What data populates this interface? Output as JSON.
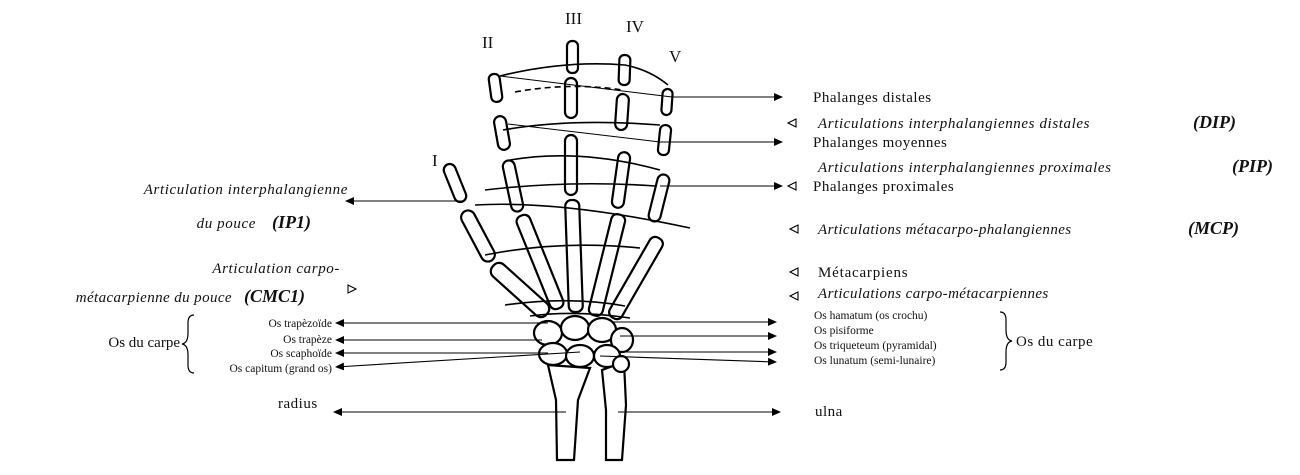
{
  "fingers": [
    "I",
    "II",
    "III",
    "IV",
    "V"
  ],
  "labels": {
    "phalanges_distales": "Phalanges distales",
    "dip_text": "Articulations interphalangiennes distales",
    "dip_abbr": "(DIP)",
    "phalanges_moyennes": "Phalanges moyennes",
    "pip_text": "Articulations interphalangiennes proximales",
    "pip_abbr": "(PIP)",
    "phalanges_proximales": "Phalanges proximales",
    "mcp_text": "Articulations métacarpo-phalangiennes",
    "mcp_abbr": "(MCP)",
    "metacarpiens": "Métacarpiens",
    "cmc_text": "Articulations carpo-métacarpiennes",
    "ip1_line1": "Articulation interphalangienne",
    "ip1_line2": "du pouce",
    "ip1_abbr": "(IP1)",
    "cmc1_line1": "Articulation carpo-",
    "cmc1_line2": "métacarpienne du pouce",
    "cmc1_abbr": "(CMC1)",
    "os_du_carpe_left": "Os du carpe",
    "os_du_carpe_right": "Os du carpe",
    "radius": "radius",
    "ulna": "ulna"
  },
  "carpal_left": [
    "Os trapèzoïde",
    "Os trapèze",
    "Os scaphoïde",
    "Os capitum (grand os)"
  ],
  "carpal_right": [
    "Os hamatum (os crochu)",
    "Os pisiforme",
    "Os triqueteum (pyramidal)",
    "Os lunatum (semi-lunaire)"
  ]
}
